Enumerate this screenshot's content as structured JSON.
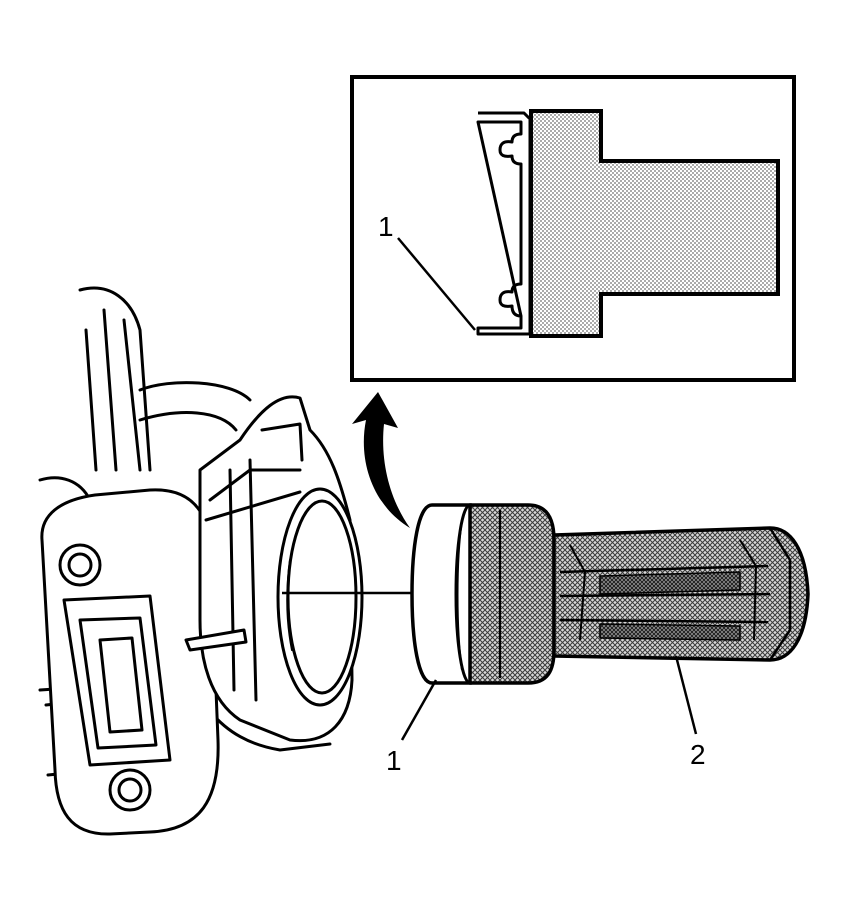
{
  "callouts": {
    "inset_item": "1",
    "seal_item": "1",
    "installer_item": "2"
  },
  "colors": {
    "line": "#000000",
    "background": "#ffffff",
    "stipple": "#8a8a8a",
    "mesh": "#5a5a5a"
  }
}
